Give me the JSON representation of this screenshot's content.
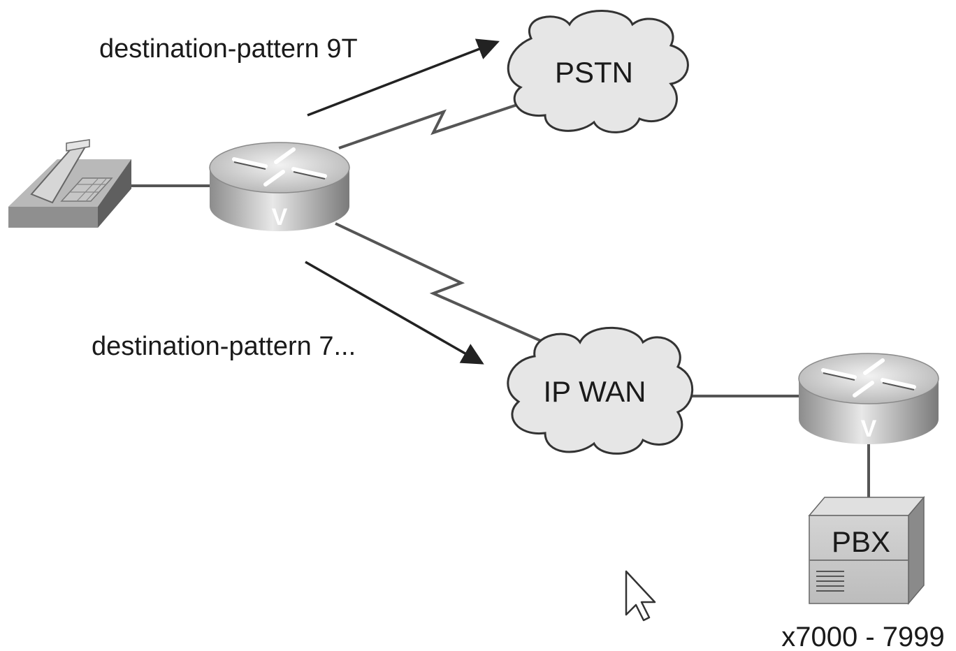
{
  "labels": {
    "pstn_pattern": "destination-pattern 9T",
    "wan_pattern": "destination-pattern 7...",
    "extension_range": "x7000 - 7999"
  },
  "clouds": {
    "pstn": "PSTN",
    "ip_wan": "IP WAN"
  },
  "devices": {
    "local_router_mark": "V",
    "remote_router_mark": "V",
    "pbx": "PBX"
  },
  "colors": {
    "line": "#555555",
    "arrow": "#222222",
    "cloud_fill": "#e6e6e6",
    "router_top": "#d8d8d8",
    "router_side": "#9a9a9a"
  },
  "icons": {
    "phone": "telephone-icon",
    "router": "voice-router-icon",
    "pbx": "pbx-icon",
    "cursor": "mouse-pointer-icon"
  }
}
